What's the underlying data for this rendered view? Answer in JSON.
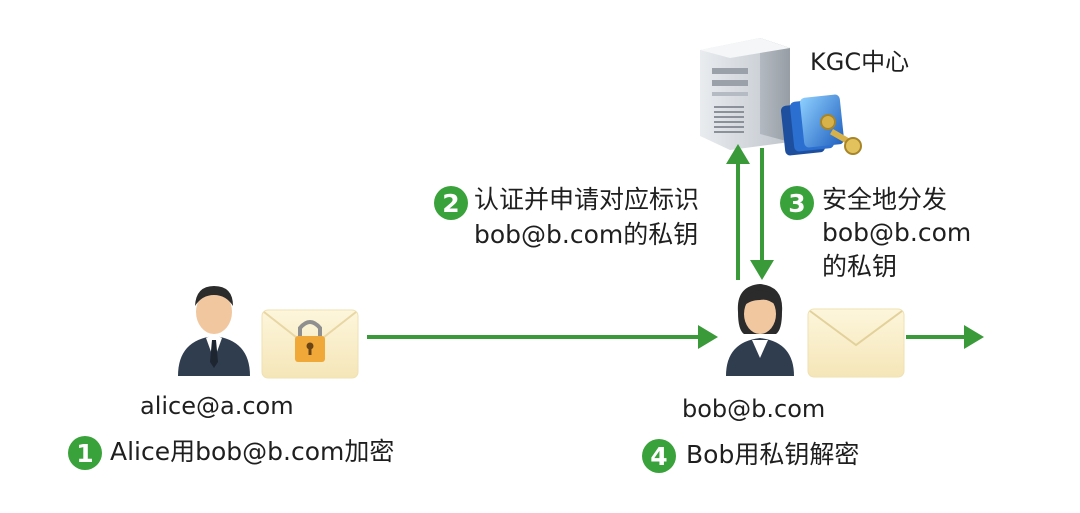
{
  "colors": {
    "arrow": "#3a9a3a",
    "badge": "#3aa23a",
    "envelope": "#fbf1cf",
    "person_suit": "#2f3d4f",
    "skin": "#f1c7a0",
    "server": "#d9dde3",
    "key": "#2f72c8"
  },
  "labels": {
    "kgc": "KGC中心",
    "alice_email": "alice@a.com",
    "bob_email": "bob@b.com"
  },
  "steps": [
    {
      "number": "1",
      "lines": [
        "Alice用bob@b.com加密"
      ]
    },
    {
      "number": "2",
      "lines": [
        "认证并申请对应标识",
        "bob@b.com的私钥"
      ]
    },
    {
      "number": "3",
      "lines": [
        "安全地分发",
        "bob@b.com",
        "的私钥"
      ]
    },
    {
      "number": "4",
      "lines": [
        "Bob用私钥解密"
      ]
    }
  ],
  "icons": {
    "server": "server-icon",
    "keys": "key-cards-icon",
    "alice": "person-male-icon",
    "bob": "person-female-icon",
    "locked_envelope": "locked-envelope-icon",
    "envelope": "envelope-icon"
  }
}
